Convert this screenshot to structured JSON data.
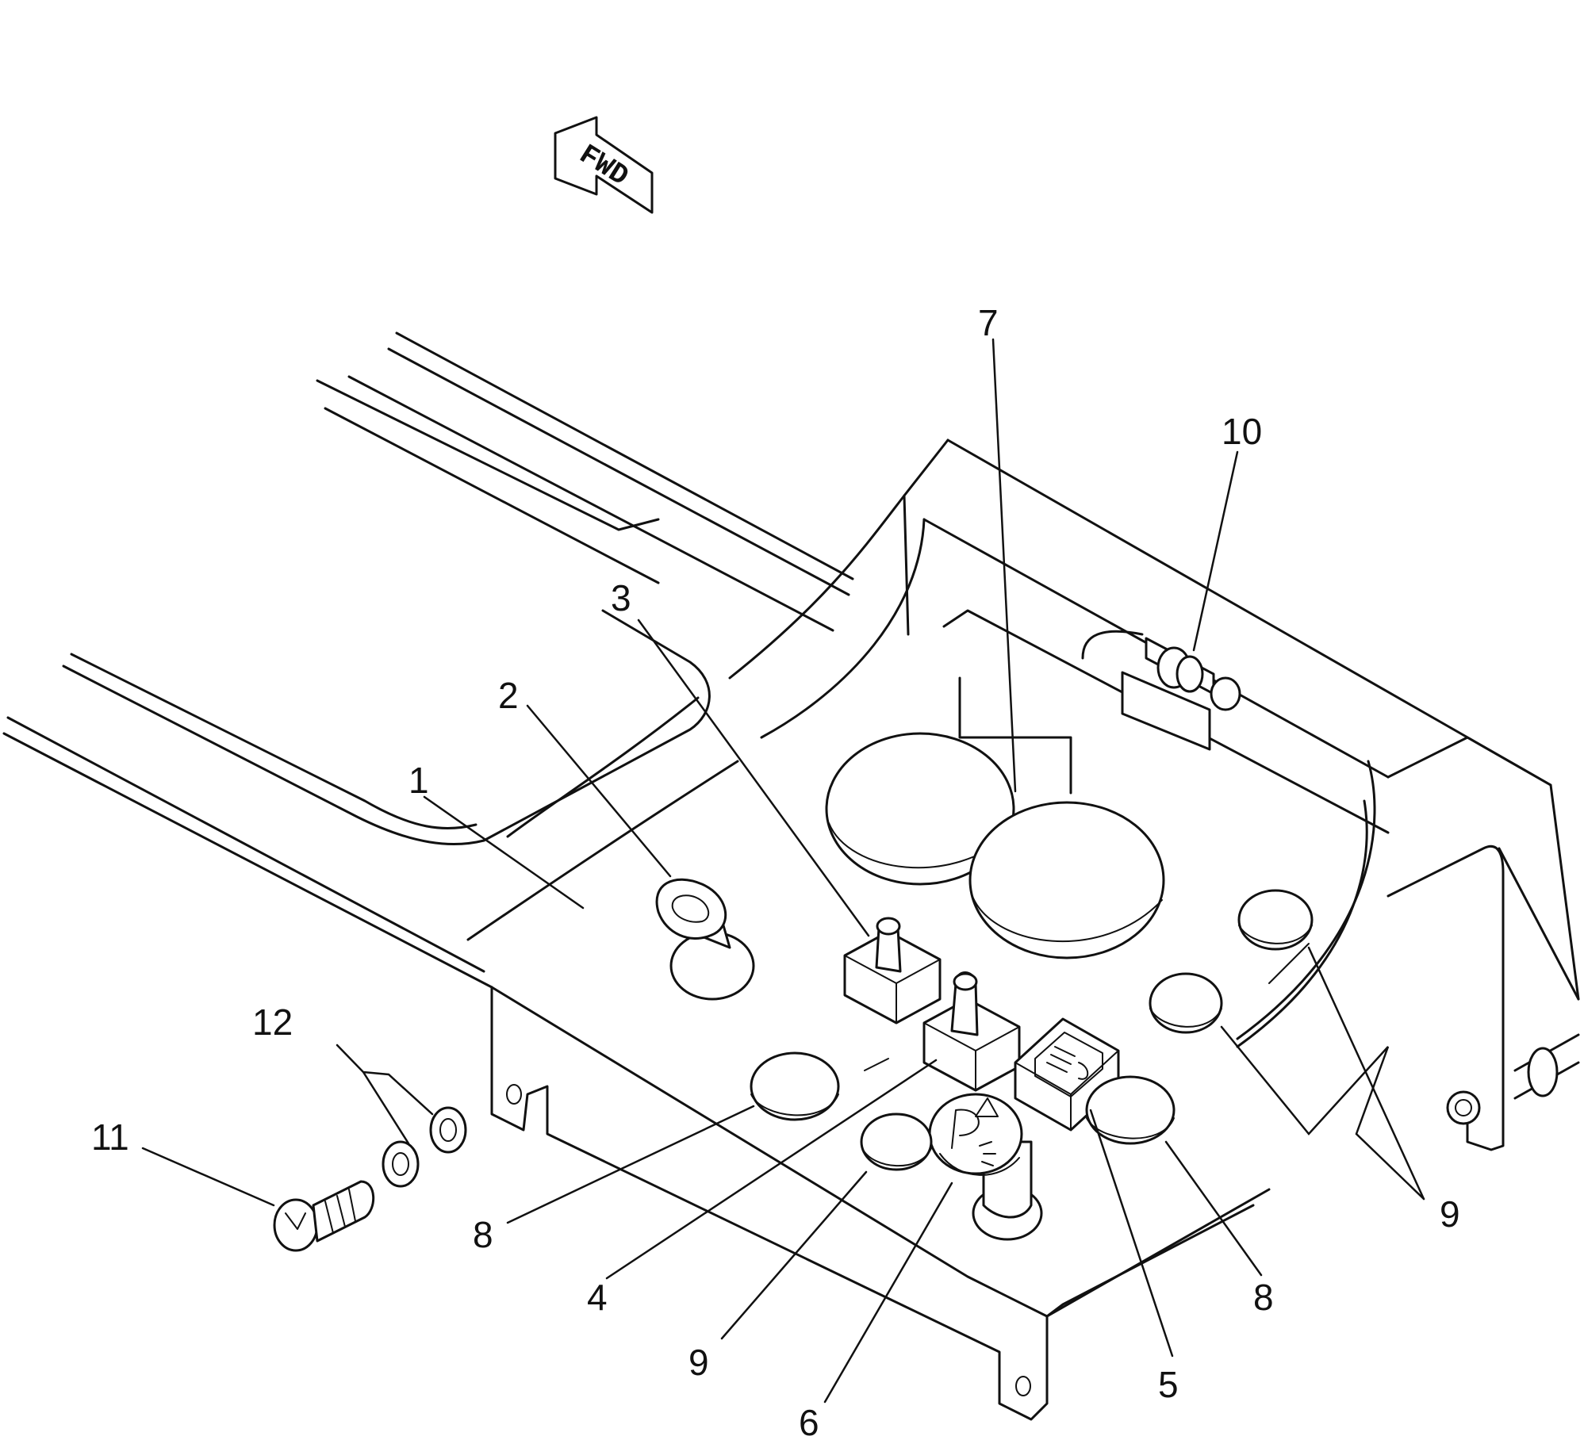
{
  "direction_label": "FWD",
  "callouts": [
    {
      "id": "1",
      "label": "1"
    },
    {
      "id": "2",
      "label": "2"
    },
    {
      "id": "3",
      "label": "3"
    },
    {
      "id": "4",
      "label": "4"
    },
    {
      "id": "5",
      "label": "5"
    },
    {
      "id": "6",
      "label": "6"
    },
    {
      "id": "7",
      "label": "7"
    },
    {
      "id": "8a",
      "label": "8"
    },
    {
      "id": "8b",
      "label": "8"
    },
    {
      "id": "9a",
      "label": "9"
    },
    {
      "id": "9b",
      "label": "9"
    },
    {
      "id": "10",
      "label": "10"
    },
    {
      "id": "11",
      "label": "11"
    },
    {
      "id": "12",
      "label": "12"
    }
  ],
  "colors": {
    "line": "#111111",
    "background": "#ffffff"
  }
}
